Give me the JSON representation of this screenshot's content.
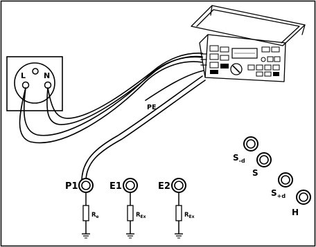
{
  "diagram": {
    "outlet": {
      "live_label": "L",
      "neutral_label": "N"
    },
    "pe_label": "PE",
    "probes": [
      {
        "id": "p1",
        "label": "P1",
        "resistor": "Re",
        "resistor_main": "R",
        "resistor_sub": "e"
      },
      {
        "id": "e1",
        "label": "E1",
        "resistor": "REx",
        "resistor_main": "R",
        "resistor_sub": "Ex"
      },
      {
        "id": "e2",
        "label": "E2",
        "resistor": "REx",
        "resistor_main": "R",
        "resistor_sub": "Ex"
      }
    ],
    "sockets": [
      {
        "id": "s-d",
        "main": "S",
        "sub": "-d"
      },
      {
        "id": "s",
        "main": "S",
        "sub": ""
      },
      {
        "id": "s+d",
        "main": "S",
        "sub": "+d"
      },
      {
        "id": "h",
        "main": "H",
        "sub": ""
      }
    ]
  }
}
